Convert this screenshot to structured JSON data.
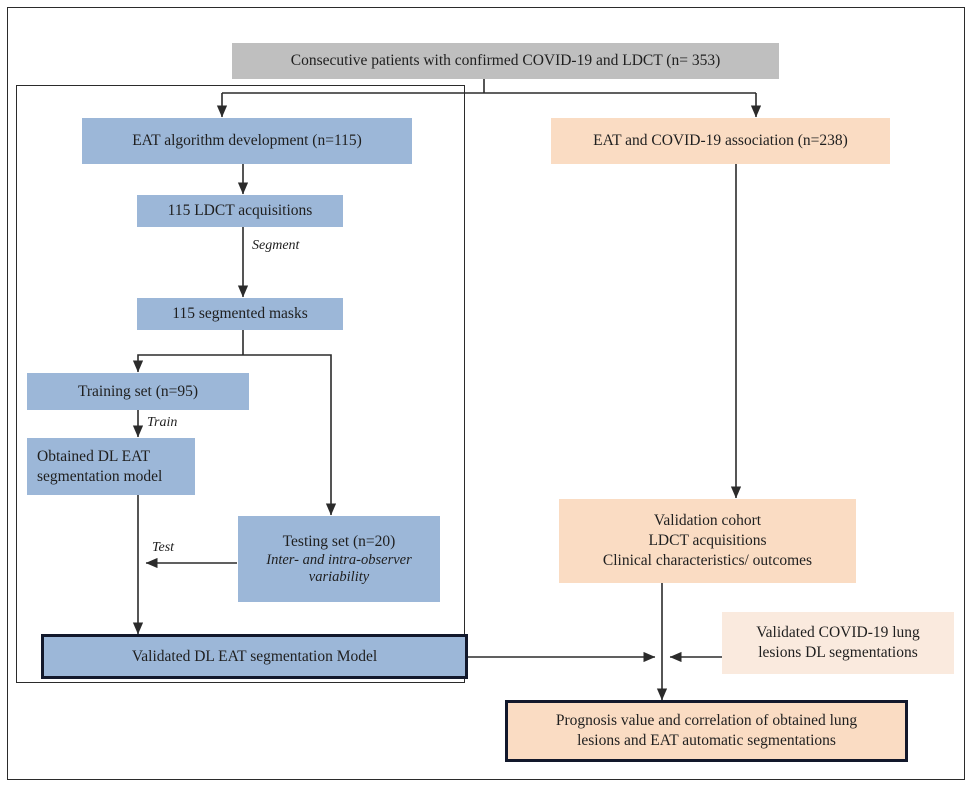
{
  "diagram": {
    "title": "EAT algorithm development and COVID-19 association study flowchart",
    "colors": {
      "header_gray": "#bfbfbf",
      "development_blue": "#9cb7d8",
      "association_orange": "#fadcc3",
      "light_peach": "#faeade",
      "stroke_dark": "#12182b",
      "line": "#2b2b2b"
    },
    "nodes": {
      "header": {
        "label": "Consecutive patients with confirmed COVID-19  and LDCT (n= 353)"
      },
      "eat_algorithm_development": {
        "label": "EAT algorithm development (n=115)"
      },
      "ldct_acquisitions": {
        "label": "115 LDCT acquisitions"
      },
      "segmented_masks": {
        "label": "115 segmented masks"
      },
      "training_set": {
        "label": "Training set (n=95)"
      },
      "obtained_model": {
        "line1": "Obtained DL EAT",
        "line2": "segmentation model"
      },
      "testing_set": {
        "line1": "Testing set (n=20)",
        "line2": "Inter- and intra-observer",
        "line3": "variability"
      },
      "validated_model": {
        "label": "Validated DL EAT segmentation Model"
      },
      "eat_covid_association": {
        "label": "EAT and COVID-19  association (n=238)"
      },
      "validation_cohort": {
        "line1": "Validation cohort",
        "line2": "LDCT acquisitions",
        "line3": "Clinical characteristics/ outcomes"
      },
      "validated_lung_lesions": {
        "line1": "Validated COVID-19  lung",
        "line2": "lesions DL segmentations"
      },
      "prognosis": {
        "line1": "Prognosis value and correlation of obtained lung",
        "line2": "lesions and EAT automatic segmentations"
      }
    },
    "edge_labels": {
      "segment": "Segment",
      "train": "Train",
      "test": "Test"
    }
  }
}
